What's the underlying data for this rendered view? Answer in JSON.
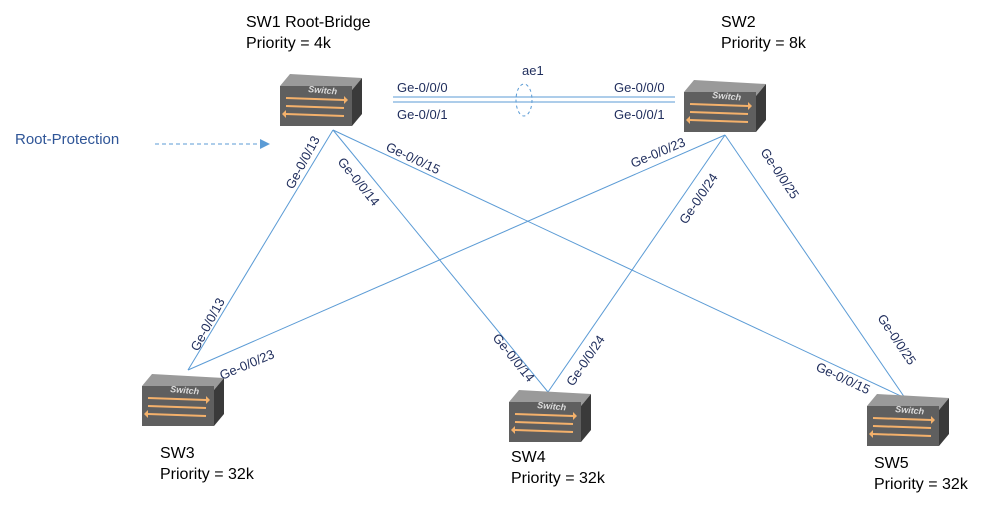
{
  "switches": [
    {
      "id": "sw1",
      "name": "SW1 Root-Bridge",
      "priority": "Priority = 4k",
      "icon_text": "Switch"
    },
    {
      "id": "sw2",
      "name": "SW2",
      "priority": "Priority = 8k",
      "icon_text": "Switch"
    },
    {
      "id": "sw3",
      "name": "SW3",
      "priority": "Priority = 32k",
      "icon_text": "Switch"
    },
    {
      "id": "sw4",
      "name": "SW4",
      "priority": "Priority = 32k",
      "icon_text": "Switch"
    },
    {
      "id": "sw5",
      "name": "SW5",
      "priority": "Priority = 32k",
      "icon_text": "Switch"
    }
  ],
  "aggregate": {
    "name": "ae1",
    "sw1_ports": [
      "Ge-0/0/0",
      "Ge-0/0/1"
    ],
    "sw2_ports": [
      "Ge-0/0/0",
      "Ge-0/0/1"
    ]
  },
  "links": [
    {
      "a": "Ge-0/0/13",
      "b": "Ge-0/0/13"
    },
    {
      "a": "Ge-0/0/14",
      "b": "Ge-0/0/14"
    },
    {
      "a": "Ge-0/0/15",
      "b": "Ge-0/0/15"
    },
    {
      "a": "Ge-0/0/23",
      "b": "Ge-0/0/23"
    },
    {
      "a": "Ge-0/0/24",
      "b": "Ge-0/0/24"
    },
    {
      "a": "Ge-0/0/25",
      "b": "Ge-0/0/25"
    }
  ],
  "annotation": {
    "label": "Root-Protection"
  },
  "colors": {
    "link": "#5b9bd5",
    "label": "#1f2d5c",
    "annotation": "#2f5597"
  }
}
